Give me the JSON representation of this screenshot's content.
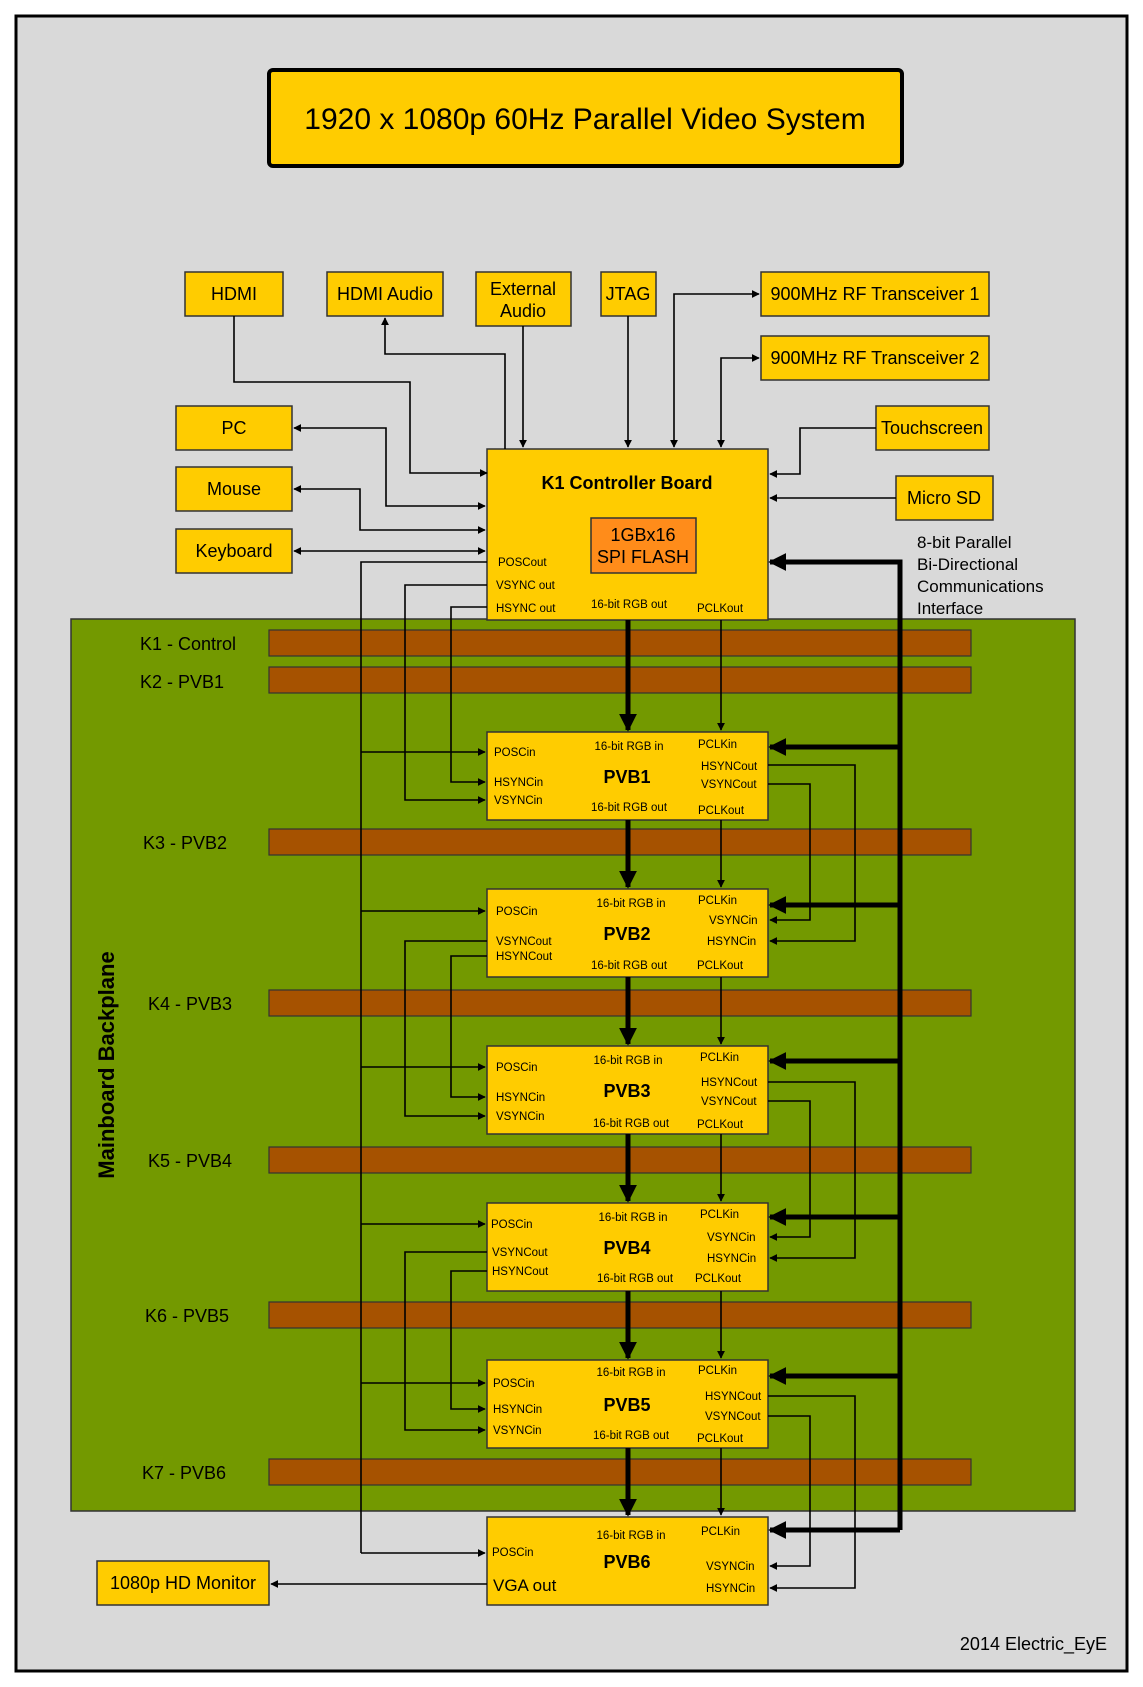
{
  "title": "1920 x 1080p 60Hz Parallel Video System",
  "credit": "2014 Electric_EyE",
  "backplane_label": "Mainboard Backplane",
  "comms_interface": [
    "8-bit Parallel",
    "Bi-Directional",
    "Communications",
    "Interface"
  ],
  "peripherals": {
    "hdmi": "HDMI",
    "hdmi_audio": "HDMI Audio",
    "external_audio": [
      "External",
      "Audio"
    ],
    "jtag": "JTAG",
    "rf1": "900MHz RF Transceiver 1",
    "rf2": "900MHz RF Transceiver 2",
    "pc": "PC",
    "mouse": "Mouse",
    "keyboard": "Keyboard",
    "touchscreen": "Touchscreen",
    "microsd": "Micro SD",
    "monitor": "1080p HD Monitor"
  },
  "controller": {
    "title": "K1 Controller Board",
    "flash": [
      "1GBx16",
      "SPI FLASH"
    ],
    "pins": {
      "poscout": "POSCout",
      "vsync_out": "VSYNC out",
      "hsync_out": "HSYNC out",
      "rgb_out": "16-bit RGB out",
      "pclkout": "PCLKout"
    }
  },
  "slots": [
    "K1 - Control",
    "K2 - PVB1",
    "K3 - PVB2",
    "K4 - PVB3",
    "K5 - PVB4",
    "K6 - PVB5",
    "K7 - PVB6"
  ],
  "boards": [
    {
      "name": "PVB1",
      "left": [
        "POSCin",
        "HSYNCin",
        "VSYNCin"
      ],
      "right": [
        "PCLKin",
        "HSYNCout",
        "VSYNCout",
        "PCLKout"
      ],
      "top": "16-bit RGB in",
      "bottom": "16-bit RGB out"
    },
    {
      "name": "PVB2",
      "left": [
        "POSCin",
        "VSYNCout",
        "HSYNCout"
      ],
      "right": [
        "PCLKin",
        "VSYNCin",
        "HSYNCin",
        "PCLKout"
      ],
      "top": "16-bit RGB in",
      "bottom": "16-bit RGB out"
    },
    {
      "name": "PVB3",
      "left": [
        "POSCin",
        "HSYNCin",
        "VSYNCin"
      ],
      "right": [
        "PCLKin",
        "HSYNCout",
        "VSYNCout",
        "PCLKout"
      ],
      "top": "16-bit RGB in",
      "bottom": "16-bit RGB out"
    },
    {
      "name": "PVB4",
      "left": [
        "POSCin",
        "VSYNCout",
        "HSYNCout"
      ],
      "right": [
        "PCLKin",
        "VSYNCin",
        "HSYNCin",
        "PCLKout"
      ],
      "top": "16-bit RGB in",
      "bottom": "16-bit RGB out"
    },
    {
      "name": "PVB5",
      "left": [
        "POSCin",
        "HSYNCin",
        "VSYNCin"
      ],
      "right": [
        "PCLKin",
        "HSYNCout",
        "VSYNCout",
        "PCLKout"
      ],
      "top": "16-bit RGB in",
      "bottom": "16-bit RGB out"
    },
    {
      "name": "PVB6",
      "left": [
        "POSCin",
        "VGA out"
      ],
      "right": [
        "PCLKin",
        "VSYNCin",
        "HSYNCin"
      ],
      "top": "16-bit RGB in",
      "bottom": ""
    }
  ],
  "colors": {
    "frame_bg": "#d9d9d9",
    "backplane": "#739900",
    "slot": "#a65200",
    "box": "#ffcc00",
    "flash": "#ff8c1a"
  }
}
